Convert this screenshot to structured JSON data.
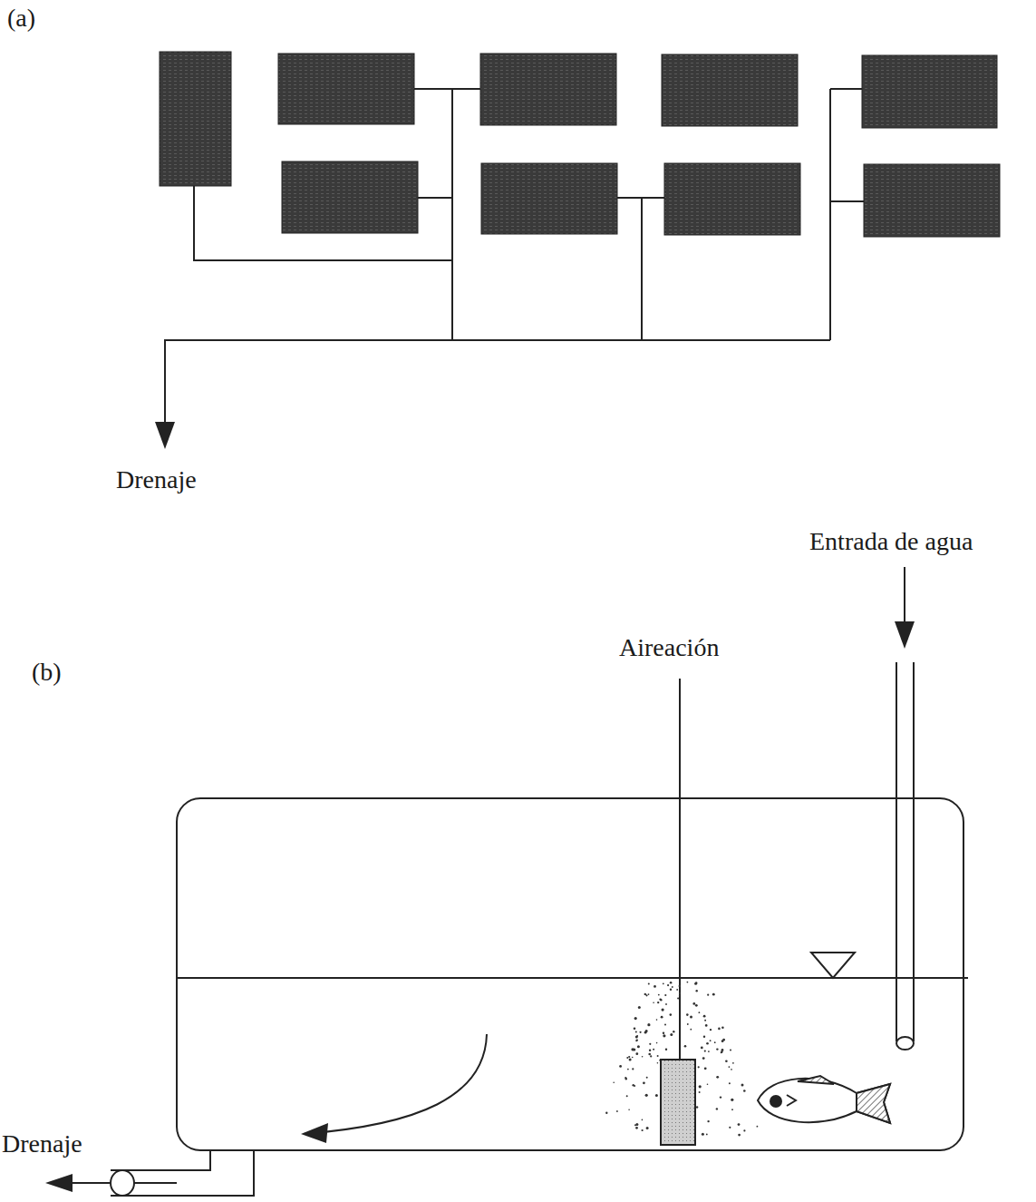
{
  "diagram": {
    "labels": [
      "(a)",
      "Drenaje",
      "Entrada de agua",
      "Aireación",
      "(b)",
      "Drenaje"
    ]
  }
}
